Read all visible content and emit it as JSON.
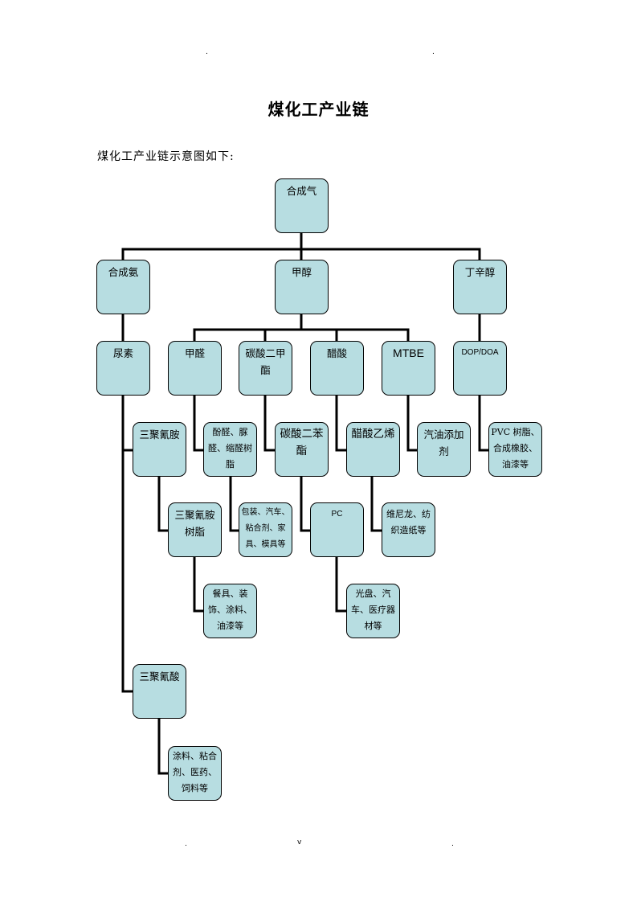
{
  "page": {
    "header_dots": [
      ".",
      "."
    ],
    "footer": {
      "left": ".",
      "center": "v",
      "right": "."
    }
  },
  "title": "煤化工产业链",
  "subtitle": "煤化工产业链示意图如下:",
  "nodes": {
    "syngas": {
      "lines": [
        "合成气"
      ]
    },
    "ammonia": {
      "lines": [
        "合成氨"
      ]
    },
    "methanol": {
      "lines": [
        "甲醇"
      ]
    },
    "octanol": {
      "lines": [
        "丁辛醇"
      ]
    },
    "urea": {
      "lines": [
        "尿素"
      ]
    },
    "formaldehyde": {
      "lines": [
        "甲醛"
      ]
    },
    "dimethyl_carbonate": {
      "lines": [
        "碳酸二甲",
        "酯"
      ]
    },
    "acetic_acid": {
      "lines": [
        "醋酸"
      ]
    },
    "mtbe": {
      "lines": [
        "MTBE"
      ]
    },
    "dop_doa": {
      "lines": [
        "DOP/DOA"
      ]
    },
    "melamine": {
      "lines": [
        "三聚氰胺"
      ]
    },
    "resins": {
      "lines": [
        "酚醛、脲",
        "醛、缩醛树",
        "脂"
      ]
    },
    "diphenyl_carbonate": {
      "lines": [
        "碳酸二苯",
        "酯"
      ]
    },
    "vinyl_acetate": {
      "lines": [
        "醋酸乙烯"
      ]
    },
    "gasoline_additive": {
      "lines": [
        "汽油添加",
        "剂"
      ]
    },
    "pvc_uses": {
      "lines": [
        "PVC 树脂、",
        "合成橡胶、",
        "油漆等"
      ]
    },
    "melamine_resin": {
      "lines": [
        "三聚氰胺",
        "树脂"
      ]
    },
    "resin_uses": {
      "lines": [
        "包装、汽车、",
        "粘合剂、家",
        "具、模具等"
      ]
    },
    "pc": {
      "lines": [
        "PC"
      ]
    },
    "vinylon": {
      "lines": [
        "维尼龙、纺",
        "织造纸等"
      ]
    },
    "melamine_resin_uses": {
      "lines": [
        "餐具、装",
        "饰、涂料、",
        "油漆等"
      ]
    },
    "pc_uses": {
      "lines": [
        "光盘、汽",
        "车、医疗器",
        "材等"
      ]
    },
    "cyanuric_acid": {
      "lines": [
        "三聚氰酸"
      ]
    },
    "cyanuric_uses": {
      "lines": [
        "涂料、粘合",
        "剂、医药、",
        "饲料等"
      ]
    }
  },
  "colors": {
    "node_fill": "#b7dde1",
    "line": "#000000"
  }
}
